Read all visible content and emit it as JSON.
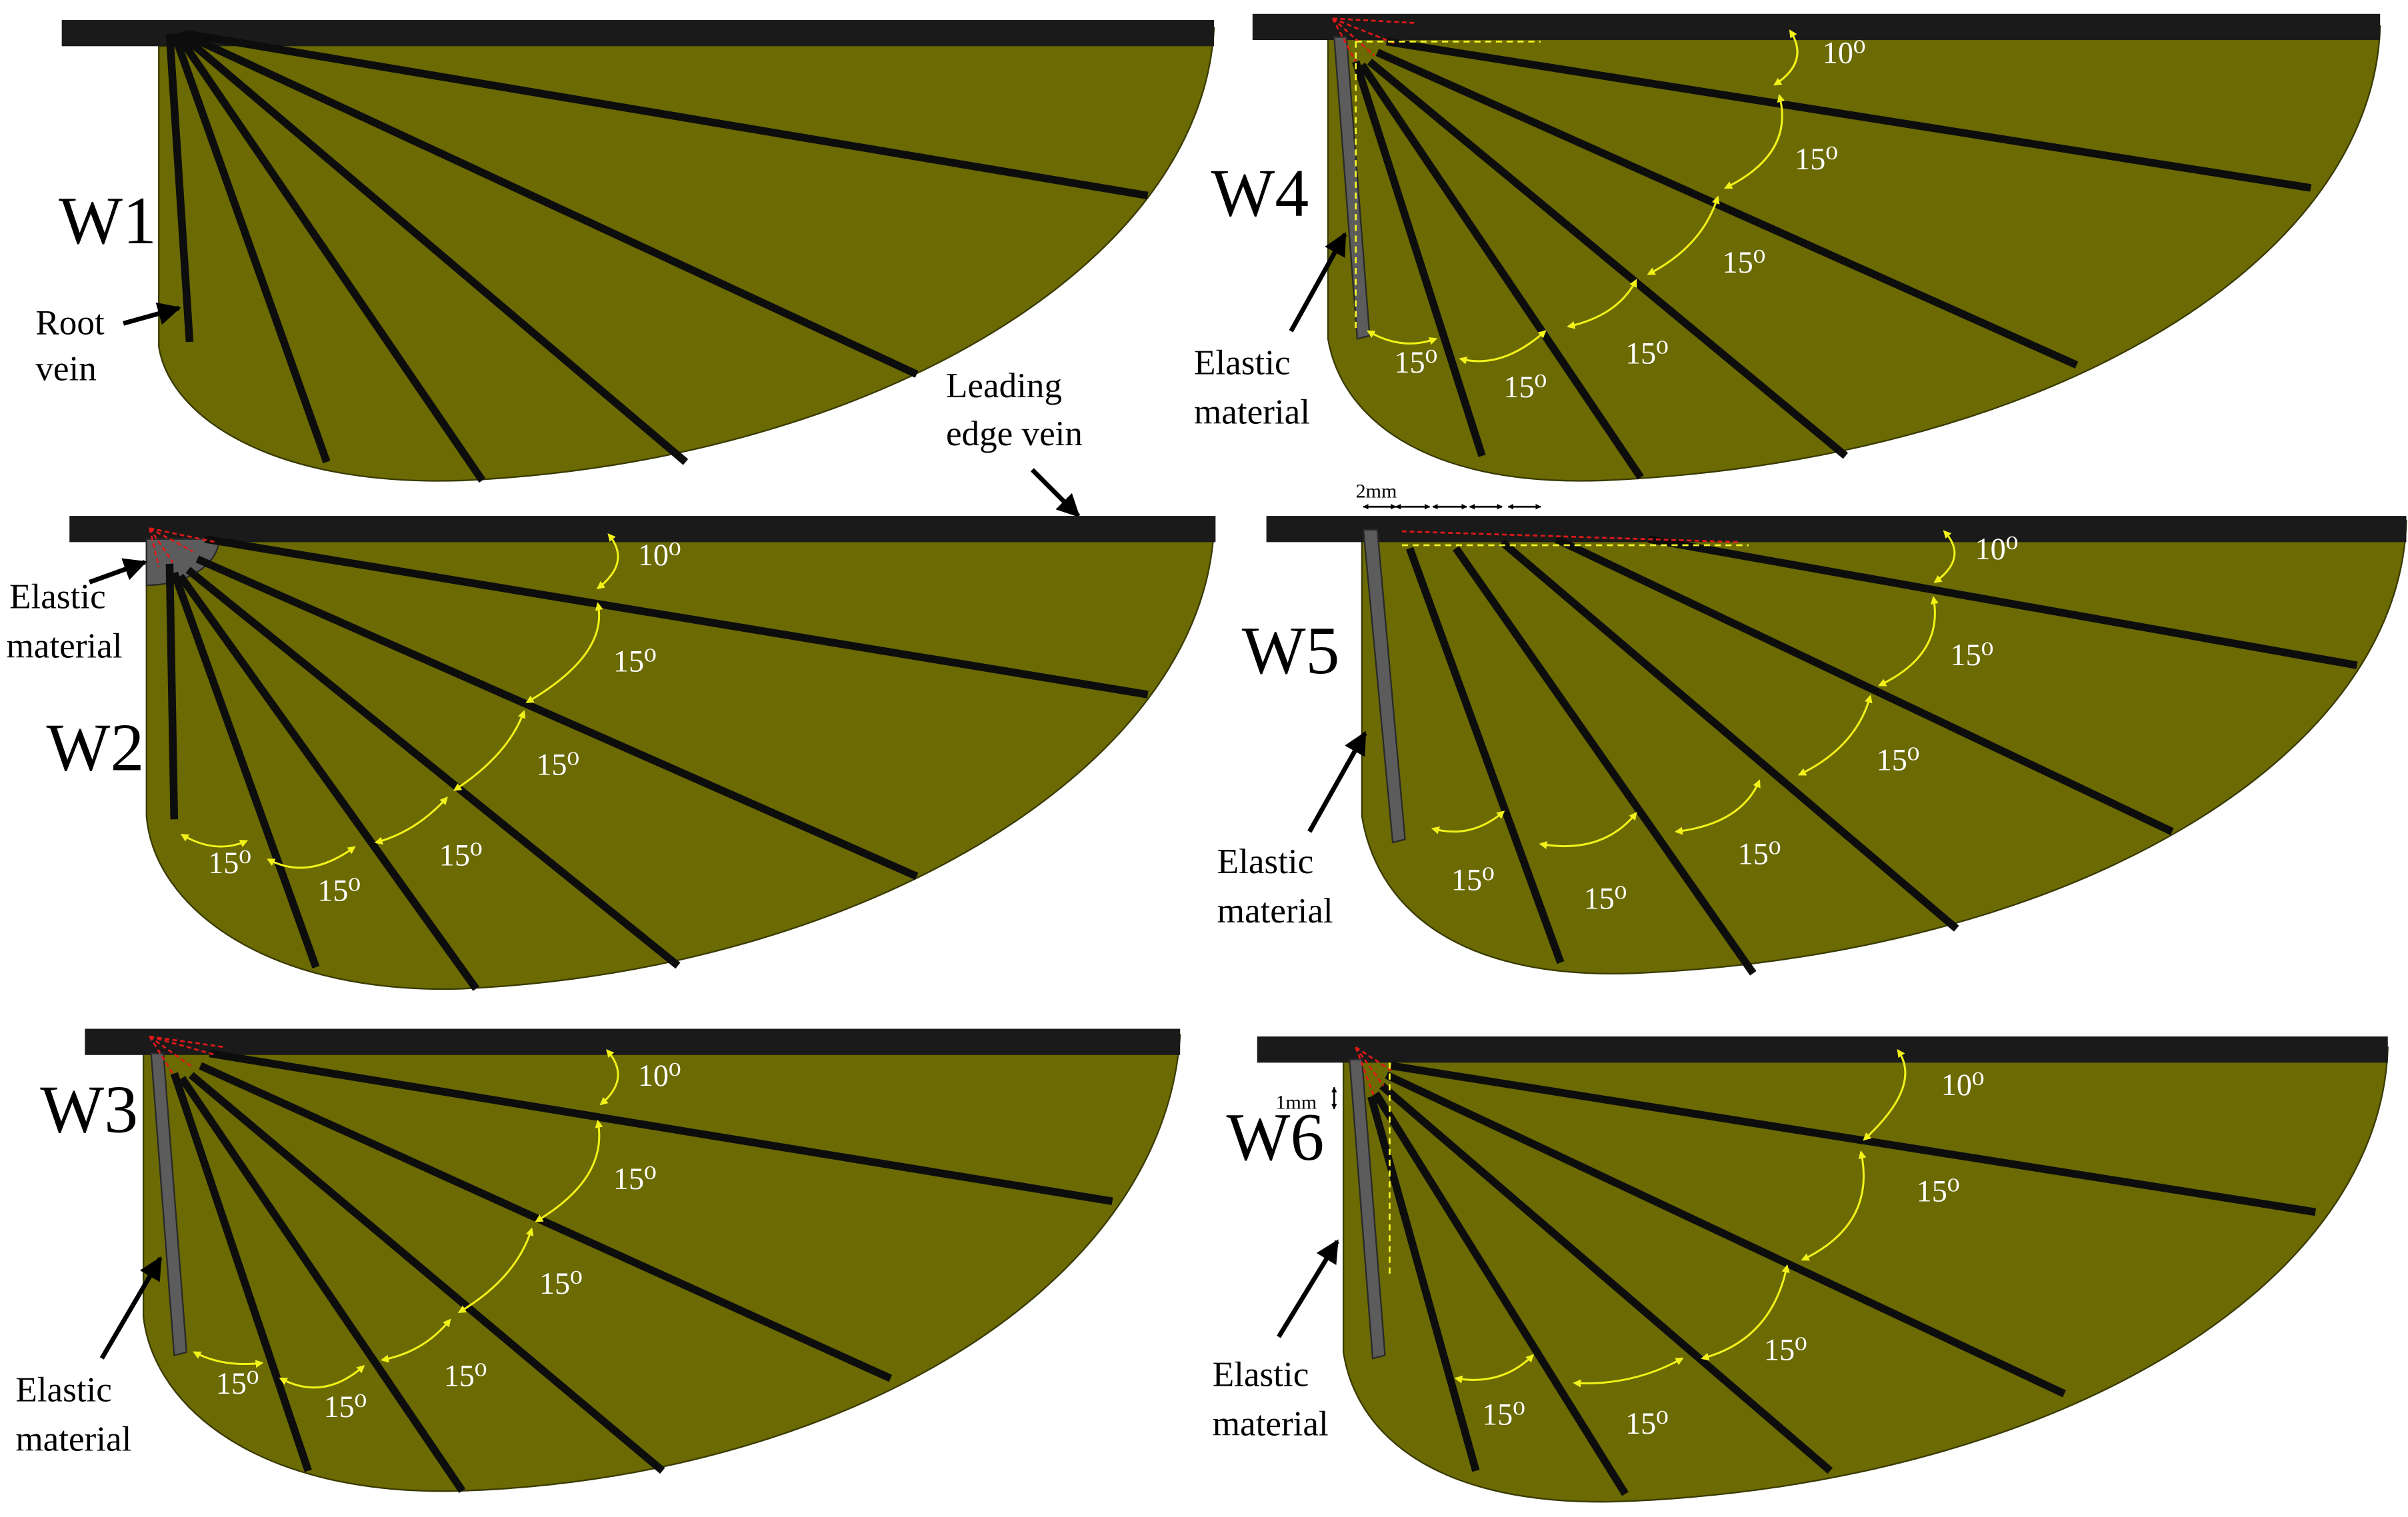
{
  "colors": {
    "wing_fill": "#6b6a03",
    "wing_outline": "#3a3a02",
    "vein": "#0d0d0d",
    "elastic_material": "#5c5c5c",
    "angle_marker": "#f2f21a",
    "guide_red": "#e01818",
    "guide_yellow": "#f5f52a",
    "label_text": "#000000",
    "angle_text": "#ffffff"
  },
  "annotations": {
    "root_vein_l1": "Root",
    "root_vein_l2": "vein",
    "leading_edge_l1": "Leading",
    "leading_edge_l2": "edge vein",
    "elastic_l1": "Elastic",
    "elastic_l2": "material",
    "dim_2mm": "2mm",
    "dim_1mm": "1mm"
  },
  "panels": [
    {
      "id": "W1",
      "title": "W1",
      "angles": []
    },
    {
      "id": "W2",
      "title": "W2",
      "angles": [
        "10⁰",
        "15⁰",
        "15⁰",
        "15⁰",
        "15⁰",
        "15⁰"
      ]
    },
    {
      "id": "W3",
      "title": "W3",
      "angles": [
        "10⁰",
        "15⁰",
        "15⁰",
        "15⁰",
        "15⁰",
        "15⁰"
      ]
    },
    {
      "id": "W4",
      "title": "W4",
      "angles": [
        "10⁰",
        "15⁰",
        "15⁰",
        "15⁰",
        "15⁰",
        "15⁰"
      ]
    },
    {
      "id": "W5",
      "title": "W5",
      "angles": [
        "10⁰",
        "15⁰",
        "15⁰",
        "15⁰",
        "15⁰",
        "15⁰"
      ]
    },
    {
      "id": "W6",
      "title": "W6",
      "angles": [
        "10⁰",
        "15⁰",
        "15⁰",
        "15⁰",
        "15⁰"
      ]
    }
  ]
}
